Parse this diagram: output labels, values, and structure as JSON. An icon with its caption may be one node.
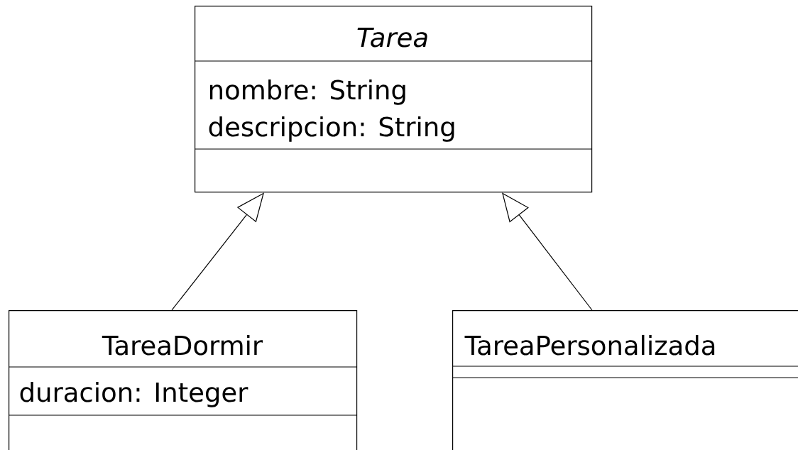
{
  "diagram": {
    "nodes": [
      {
        "text": [
          "Tarea",
          "nombre: String",
          "descripcion: String"
        ]
      },
      {
        "text": [
          "TareaDormir",
          "duracion: Integer"
        ]
      },
      {
        "text": [
          "TareaPersonalizada"
        ]
      }
    ],
    "edges": [
      {
        "from": 1,
        "to": 0,
        "arrow": "to"
      },
      {
        "from": 2,
        "to": 0,
        "arrow": "to"
      }
    ]
  }
}
